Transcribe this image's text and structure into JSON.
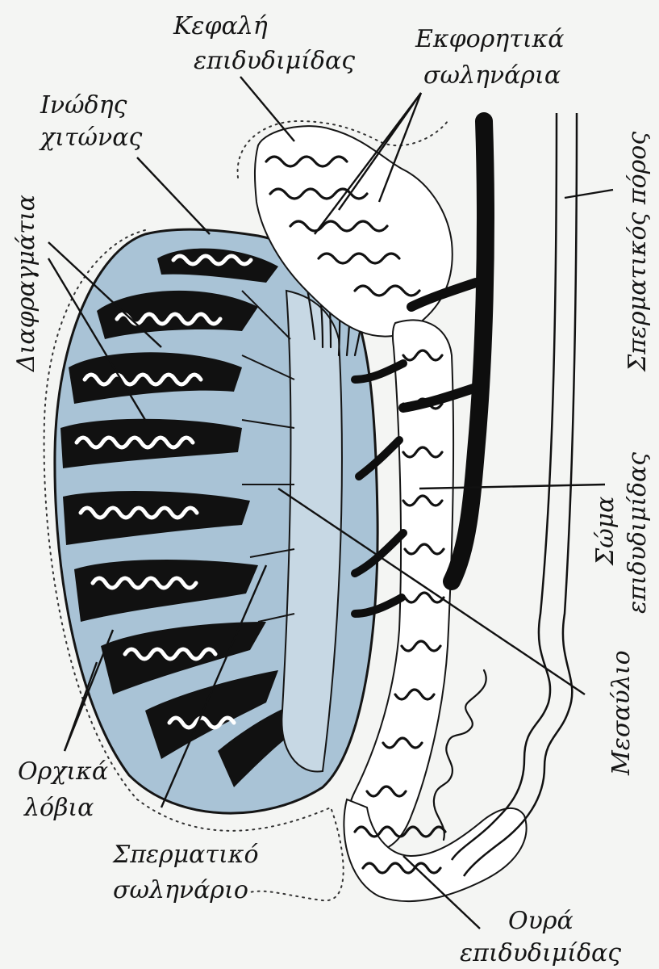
{
  "labels": {
    "kefali": [
      "Κεφαλή",
      "επιδυδιμίδας"
    ],
    "ekforitika": [
      "Εκφορητικά",
      "σωληνάρια"
    ],
    "inodis": [
      "Ινώδης",
      "χιτώνας"
    ],
    "diafragmatia": "Διαφραγμάτια",
    "spermatikos_poros": "Σπερματικός πόρος",
    "soma": [
      "Σώμα",
      "επιδυδιμίδας"
    ],
    "mesavlio": "Μεσαύλιο",
    "orxika": [
      "Ορχικά",
      "λόβια"
    ],
    "spermatiko_solinario": [
      "Σπερματικό",
      "σωληνάριο"
    ],
    "oura": [
      "Ουρά",
      "επιδυδιμίδας"
    ]
  },
  "colors": {
    "tunica_fill": "#a9c3d6",
    "tissue": "#ffffff",
    "lobule_dark": "#111111",
    "ink": "#151515",
    "background": "#f4f5f3"
  }
}
